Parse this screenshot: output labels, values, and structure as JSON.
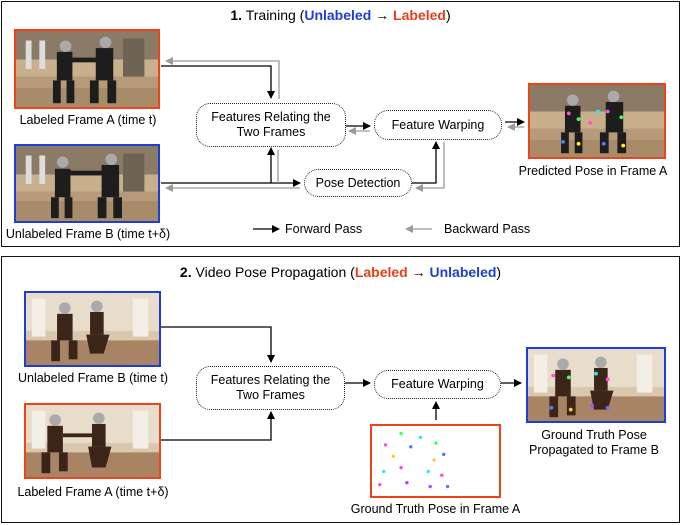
{
  "panel1": {
    "title_num": "1.",
    "title_text": "Training (",
    "title_unlabeled": "Unlabeled",
    "title_arrow": "→",
    "title_labeled": "Labeled",
    "title_close": ")",
    "frame_a_label": "Labeled Frame A (time t)",
    "frame_b_label": "Unlabeled Frame B (time t+δ)",
    "node_features_line1": "Features Relating the",
    "node_features_line2": "Two Frames",
    "node_warping": "Feature Warping",
    "node_pose_detection": "Pose Detection",
    "predicted_label": "Predicted Pose in Frame A",
    "legend_forward": "Forward Pass",
    "legend_backward": "Backward Pass"
  },
  "panel2": {
    "title_num": "2.",
    "title_text": "Video Pose Propagation (",
    "title_labeled": "Labeled",
    "title_arrow": "→",
    "title_unlabeled": "Unlabeled",
    "title_close": ")",
    "frame_b_label": "Unlabeled Frame B (time t)",
    "frame_a_label": "Labeled Frame A (time t+δ)",
    "node_features_line1": "Features Relating the",
    "node_features_line2": "Two Frames",
    "node_warping": "Feature Warping",
    "gt_frame_label": "Ground Truth Pose in Frame A",
    "gt_prop_line1": "Ground Truth Pose",
    "gt_prop_line2": "Propagated to Frame B"
  },
  "colors": {
    "labeled": "#e8401c",
    "unlabeled": "#1f3fd1",
    "forward": "#000000",
    "backward": "#9a9a9a"
  }
}
